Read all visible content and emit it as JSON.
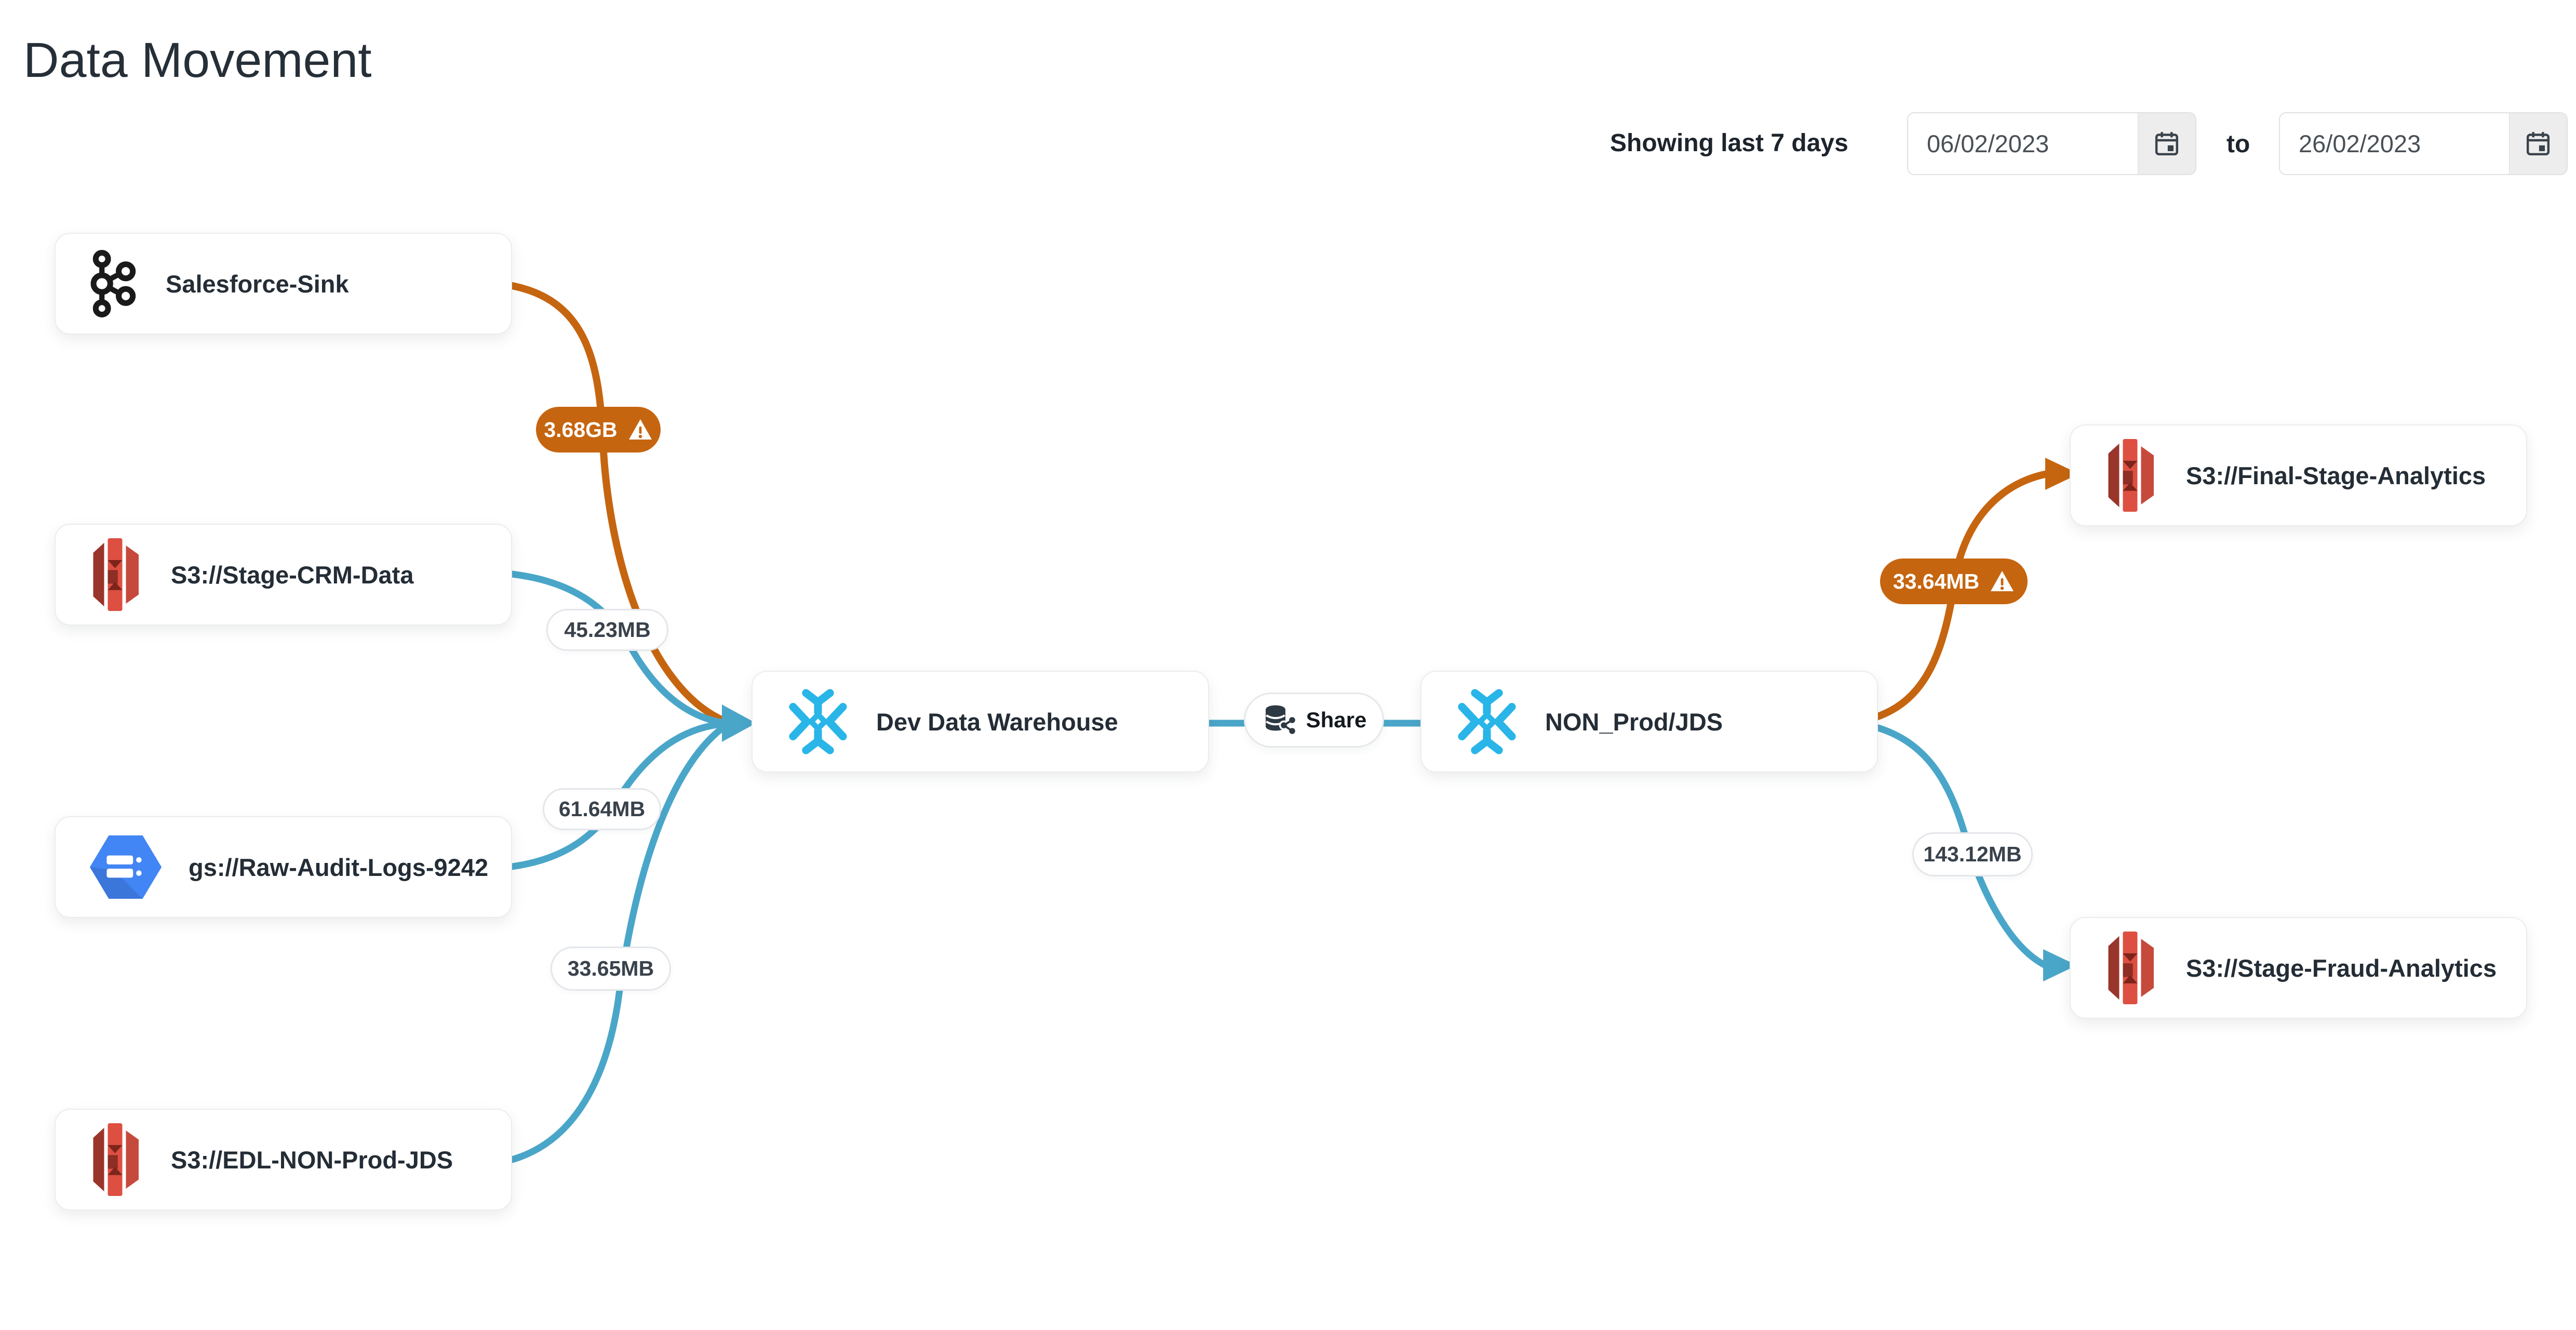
{
  "page": {
    "title": "Data Movement"
  },
  "toolbar": {
    "showing_label": "Showing last 7 days",
    "date_from": "06/02/2023",
    "to_label": "to",
    "date_to": "26/02/2023"
  },
  "colors": {
    "edge_blue": "#4AA6C9",
    "edge_orange": "#C66510",
    "warning_badge_bg": "#C66510",
    "snowflake_blue": "#29B5E8",
    "s3_red": "#DD4F41",
    "gcs_blue": "#4285F4",
    "text_dark": "#242d36"
  },
  "graph": {
    "nodes": [
      {
        "id": "salesforce-sink",
        "label": "Salesforce-Sink",
        "icon": "kafka-icon"
      },
      {
        "id": "stage-crm-data",
        "label": "S3://Stage-CRM-Data",
        "icon": "s3-icon"
      },
      {
        "id": "raw-audit-logs",
        "label": "gs://Raw-Audit-Logs-9242",
        "icon": "gcs-icon"
      },
      {
        "id": "edl-non-prod-jds",
        "label": "S3://EDL-NON-Prod-JDS",
        "icon": "s3-icon"
      },
      {
        "id": "dev-data-warehouse",
        "label": "Dev Data Warehouse",
        "icon": "snowflake-icon"
      },
      {
        "id": "share",
        "label": "Share",
        "icon": "database-share-icon"
      },
      {
        "id": "non-prod-jds",
        "label": "NON_Prod/JDS",
        "icon": "snowflake-icon"
      },
      {
        "id": "final-stage-analytics",
        "label": "S3://Final-Stage-Analytics",
        "icon": "s3-icon"
      },
      {
        "id": "stage-fraud-analytics",
        "label": "S3://Stage-Fraud-Analytics",
        "icon": "s3-icon"
      }
    ],
    "edges": [
      {
        "from": "Salesforce-Sink",
        "to": "Dev Data Warehouse",
        "label": "3.68GB",
        "warning": true
      },
      {
        "from": "S3://Stage-CRM-Data",
        "to": "Dev Data Warehouse",
        "label": "45.23MB",
        "warning": false
      },
      {
        "from": "gs://Raw-Audit-Logs-9242",
        "to": "Dev Data Warehouse",
        "label": "61.64MB",
        "warning": false
      },
      {
        "from": "S3://EDL-NON-Prod-JDS",
        "to": "Dev Data Warehouse",
        "label": "33.65MB",
        "warning": false
      },
      {
        "from": "NON_Prod/JDS",
        "to": "S3://Final-Stage-Analytics",
        "label": "33.64MB",
        "warning": true
      },
      {
        "from": "NON_Prod/JDS",
        "to": "S3://Stage-Fraud-Analytics",
        "label": "143.12MB",
        "warning": false
      },
      {
        "from": "Dev Data Warehouse",
        "to": "NON_Prod/JDS",
        "label": "Share",
        "warning": false
      }
    ]
  }
}
